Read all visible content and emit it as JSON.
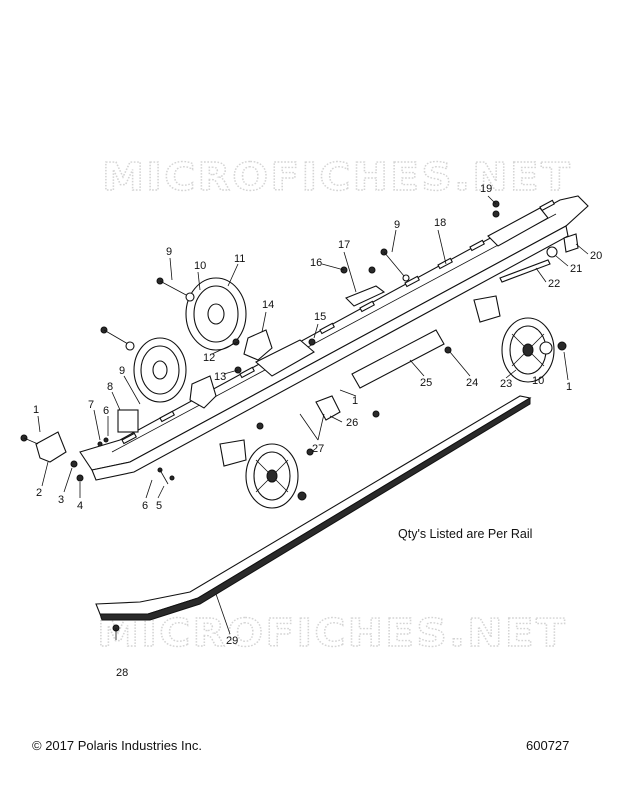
{
  "watermarks": [
    "MICROFICHES.NET",
    "MICROFICHES.NET"
  ],
  "note": "Qty's Listed are Per Rail",
  "footer": {
    "copyright": "© 2017 Polaris Industries Inc.",
    "figure_number": "600727"
  },
  "callouts": [
    "1",
    "2",
    "3",
    "4",
    "5",
    "6",
    "6",
    "7",
    "8",
    "9",
    "9",
    "9",
    "10",
    "10",
    "11",
    "12",
    "13",
    "14",
    "15",
    "16",
    "17",
    "18",
    "19",
    "20",
    "21",
    "22",
    "23",
    "24",
    "25",
    "26",
    "27",
    "1",
    "1",
    "28",
    "29"
  ]
}
